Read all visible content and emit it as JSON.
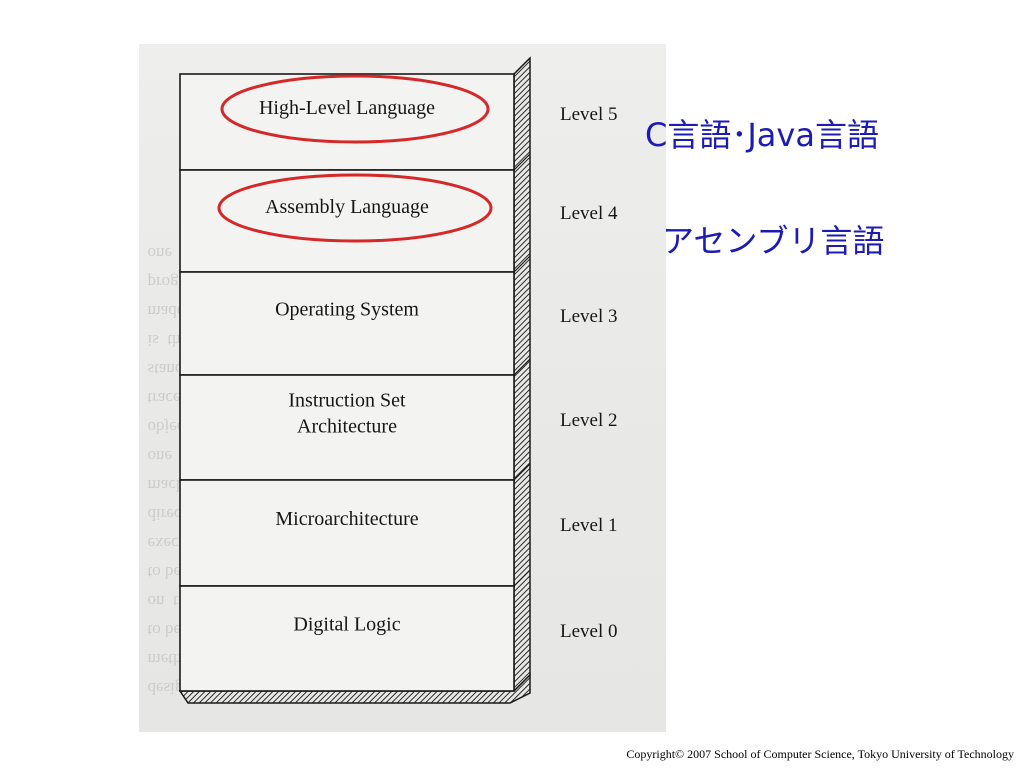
{
  "layers": [
    {
      "name": "High-Level Language",
      "lines": [
        "High-Level Language"
      ],
      "level": "Level 5",
      "highlighted": true
    },
    {
      "name": "Assembly Language",
      "lines": [
        "Assembly Language"
      ],
      "level": "Level 4",
      "highlighted": true
    },
    {
      "name": "Operating System",
      "lines": [
        "Operating System"
      ],
      "level": "Level 3",
      "highlighted": false
    },
    {
      "name": "Instruction Set Architecture",
      "lines": [
        "Instruction Set",
        "Architecture"
      ],
      "level": "Level 2",
      "highlighted": false
    },
    {
      "name": "Microarchitecture",
      "lines": [
        "Microarchitecture"
      ],
      "level": "Level 1",
      "highlighted": false
    },
    {
      "name": "Digital Logic",
      "lines": [
        "Digital Logic"
      ],
      "level": "Level 0",
      "highlighted": false
    }
  ],
  "annotations": {
    "level5_note": "C言語･Java言語",
    "level4_note": "アセンブリ言語"
  },
  "footer": {
    "copyright": "Copyright© 2007  School of Computer Science, Tokyo University of Technology"
  },
  "colors": {
    "highlight_ring": "#d62828",
    "annotation_text": "#1c1cb4",
    "scan_background": "#eaeae8",
    "stack_line": "#1a1a1a"
  }
}
